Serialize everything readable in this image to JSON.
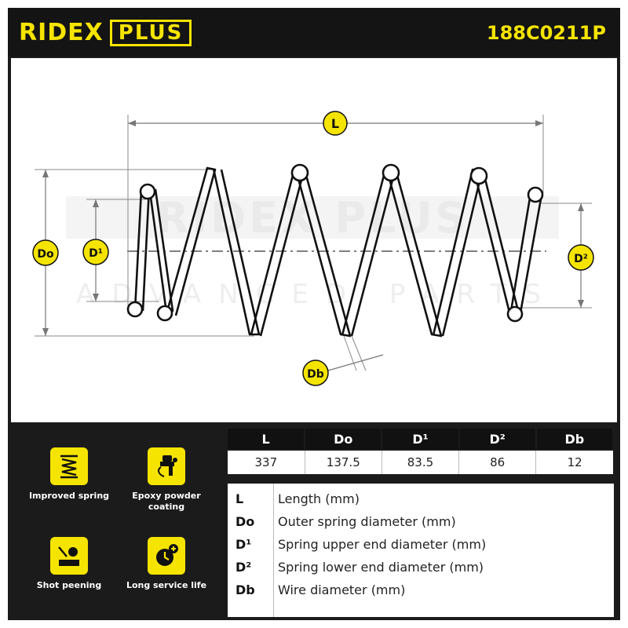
{
  "header": {
    "brand_ridex": "RIDEX",
    "brand_plus": "PLUS",
    "part_code": "188C0211P"
  },
  "diagram": {
    "watermark_top": "RIDEX PLUS",
    "watermark_bottom": "ADVANCED PARTS",
    "labels": {
      "L": "L",
      "Do": "Do",
      "D1": "D¹",
      "D2": "D²",
      "Db": "Db"
    },
    "colors": {
      "accent": "#f5e400",
      "line": "#111111",
      "dimension": "#777777"
    }
  },
  "features": [
    {
      "icon": "spring-icon",
      "label": "Improved spring"
    },
    {
      "icon": "spray-gun-icon",
      "label": "Epoxy powder coating"
    },
    {
      "icon": "shot-peening-icon",
      "label": "Shot peening"
    },
    {
      "icon": "clock-plus-icon",
      "label": "Long service life"
    }
  ],
  "specs": {
    "headers": [
      "L",
      "Do",
      "D¹",
      "D²",
      "Db"
    ],
    "values": [
      "337",
      "137.5",
      "83.5",
      "86",
      "12"
    ]
  },
  "legend": [
    {
      "key": "L",
      "desc": "Length (mm)"
    },
    {
      "key": "Do",
      "desc": "Outer spring diameter (mm)"
    },
    {
      "key": "D¹",
      "desc": "Spring upper end diameter (mm)"
    },
    {
      "key": "D²",
      "desc": "Spring lower end diameter (mm)"
    },
    {
      "key": "Db",
      "desc": "Wire diameter (mm)"
    }
  ]
}
